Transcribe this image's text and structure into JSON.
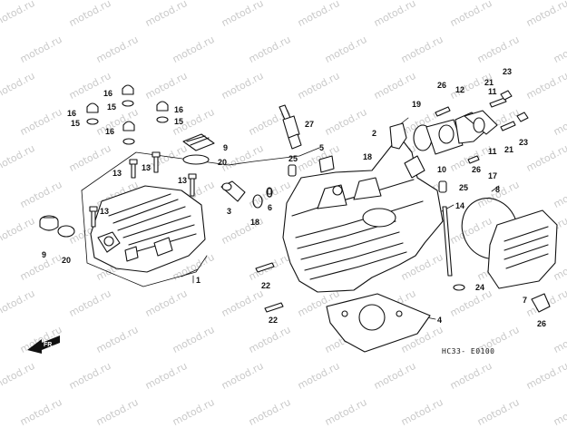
{
  "watermark_text": "motod.ru",
  "diagram_code": "HC33- E0100",
  "front_label": "FR.",
  "callouts": [
    "1",
    "2",
    "3",
    "4",
    "5",
    "6",
    "7",
    "8",
    "9",
    "9",
    "10",
    "11",
    "11",
    "12",
    "13",
    "13",
    "13",
    "13",
    "14",
    "15",
    "15",
    "15",
    "16",
    "16",
    "16",
    "16",
    "17",
    "18",
    "18",
    "19",
    "20",
    "20",
    "21",
    "21",
    "22",
    "22",
    "23",
    "23",
    "24",
    "25",
    "25",
    "26",
    "26",
    "26",
    "27"
  ],
  "colors": {
    "ink": "#111111",
    "watermark": "#c9c9c9",
    "background": "#ffffff"
  }
}
